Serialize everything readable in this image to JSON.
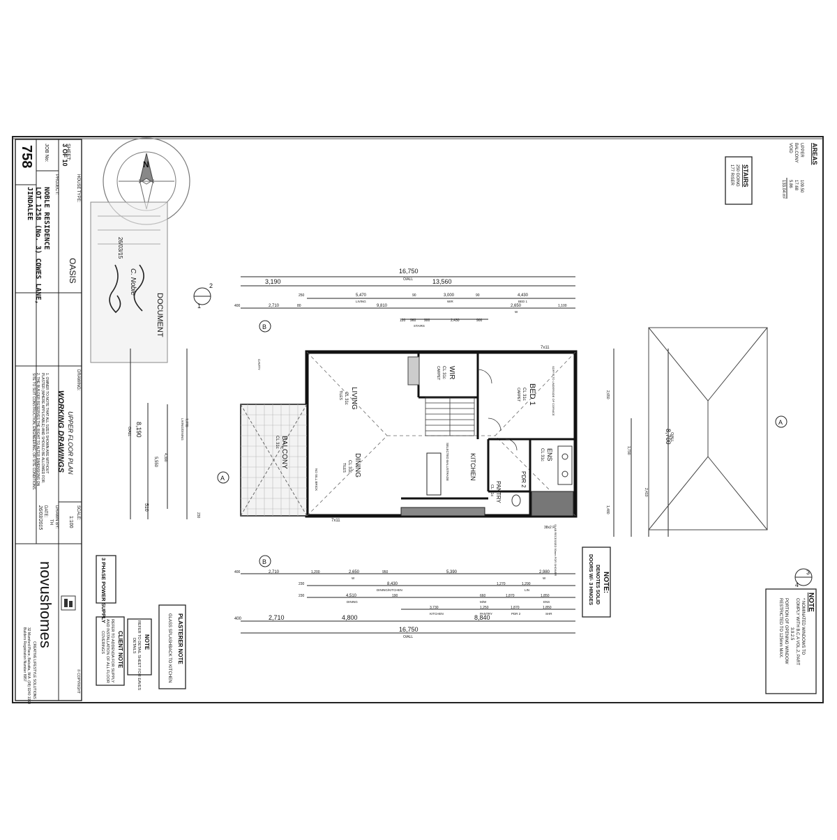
{
  "title_block": {
    "house_type_label": "HOUSE TYPE:",
    "house_type": "OASIS",
    "project_label": "PROJECT:",
    "project_line1": "NOBLE RESIDENCE",
    "project_line2": "LOT 1258 (No. 3) COWES LANE,",
    "project_line3": "JINDALEE",
    "sheet_label": "SHEET:",
    "sheet": "3 OF 10",
    "job_label": "JOB No:",
    "job": "758",
    "drawing_label": "DRAWING:",
    "drawing_line1": "UPPER FLOOR PLAN",
    "drawing_line2": "WORKING DRAWINGS",
    "scale_label": "SCALE:",
    "scale": "1:100",
    "drawn_label": "DRAWN BY:",
    "drawn": "TH",
    "date_label": "DATE:",
    "date": "26/03/2015",
    "owner_note_1": "1. OWNER TO NOTE THAT ALL SIZES SHOWN ARE WITHOUT",
    "owner_note_2": "PLASTER (WHERE APPLICABLE) AND SHOULD BE ALLOWED FOR.",
    "owner_note_3": "2. THE BUILDER RESERVES THE RIGHT TO ALTER DIMENSIONS ON",
    "owner_note_4": "SITE TO SUIT CONSTRUCTION, ENGINEERING, OR SITE CONDITIONS.",
    "power": "3 PHASE POWER SUPPLY",
    "plasterer_title": "PLASTERER NOTE",
    "plasterer_text": "GLASS SPLASHBACK TO KITCHEN",
    "note_title": "NOTE",
    "note_text_1": "REFER TO DETAIL SHEET FOR EAVES",
    "note_text_2": "DETAILS",
    "client_title": "CLIENT NOTE",
    "client_text_1": "REFER TO ADDENDA FOR SUPPLY",
    "client_text_2": "AND INSTALLATION OF ALL FLOOR",
    "client_text_3": "COVERINGS",
    "brand": "novushomes",
    "brand_tagline": "CREATIVE LIFESTYLE SOLUTIONS",
    "address_1": "32 Mumford Place, Balcatta, W.A. (08) 9240 1969",
    "address_2": "Builders Registration Number 8957",
    "copyright": "© COPYRIGHT"
  },
  "stamp": {
    "text": "DOCUMENT",
    "signature_1": "C. Noble",
    "date": "26/03/15"
  },
  "areas": {
    "title": "AREAS",
    "rows": [
      {
        "label": "UPPER",
        "value": "109.50"
      },
      {
        "label": "BALCONY",
        "value": "17.68"
      },
      {
        "label": "VOID",
        "value": "5.86"
      }
    ],
    "total": "133.04 m²"
  },
  "stairs": {
    "title": "STAIRS",
    "going": "250 GOING",
    "riser": "177 RISER"
  },
  "right_note": {
    "title": "NOTE",
    "line1": "* NOMINATED WINDOWS TO",
    "line2": "COMPLY WITH B.C.A VOL.2, PART",
    "line3": "3.9.2.5",
    "line4": "PORTION OF OPENING WINDOW",
    "line5": "RESTRICTED TO 125mm MAX."
  },
  "door_note": {
    "title": "NOTE:",
    "line1": "DENOTES SOLID",
    "line2": "DOORS W/- 3 HINGES"
  },
  "rooms": {
    "living": "LIVING",
    "living_cl": "CL 31c",
    "dining": "DINING",
    "dining_cl": "CL 31c",
    "kitchen": "KITCHEN",
    "wir": "WIR",
    "wir_cl": "CL 31c",
    "bed1": "BED 1",
    "bed1_cl": "CL 31c",
    "ens": "ENS",
    "ens_cl": "CL 31c",
    "pdr": "PDR 2",
    "pantry": "PANTRY",
    "pantry_cl": "CL 31c",
    "balcony": "BALCONY",
    "balcony_cl": "CL 31c",
    "carpet": "CARPET",
    "tiles": "TILES",
    "balustrade": "SELECTED BALUSTRADE"
  },
  "dims": {
    "top_overall": "16,750",
    "top_overall_sub": "O/ALL",
    "top_a": "3,190",
    "top_b": "13,560",
    "top_c1": "250",
    "top_c2": "5,470",
    "top_c2_sub": "LIVING",
    "top_c3": "90",
    "top_c4": "3,000",
    "top_c4_sub": "WIR",
    "top_c5": "90",
    "top_c6": "4,430",
    "top_c6_sub": "BED 1",
    "top_d1": "400",
    "top_d2": "2,710",
    "top_d3": "80",
    "top_d4": "9,810",
    "top_d5": "2,650",
    "top_d6": "1,100",
    "top_d5_sub": "W",
    "top_e1": "120",
    "top_e2": "960",
    "top_e3": "900",
    "top_e4": "2,430",
    "top_e5": "900",
    "top_e_sub": "STAIRS",
    "bot_a1": "400",
    "bot_a2": "2,710",
    "bot_a3": "1,200",
    "bot_a4": "2,650",
    "bot_a4_sub": "W",
    "bot_a5": "950",
    "bot_a6": "5,390",
    "bot_a7": "2,980",
    "bot_a7_sub": "W",
    "bot_b1": "230",
    "bot_b2": "8,430",
    "bot_b2_sub": "DINING/KITCHEN",
    "bot_b3": "1,270",
    "bot_b4": "1,290",
    "bot_b4_sub": "LIN",
    "bot_c1": "230",
    "bot_c2": "4,510",
    "bot_c2_sub": "DINING",
    "bot_c3": "190",
    "bot_c4": "660",
    "bot_c4_sub": "M/W",
    "bot_c5": "1,870",
    "bot_c6": "1,850",
    "bot_c6_sub": "ENS",
    "bot_d1": "3,730",
    "bot_d1_sub": "KITCHEN",
    "bot_d2": "1,250",
    "bot_d2_sub": "PANTRY",
    "bot_d3": "1,870",
    "bot_d3_sub": "PDR 2",
    "bot_d4": "1,850",
    "bot_d4_sub": "SHR",
    "bot_e1": "400",
    "bot_e2": "2,710",
    "bot_e3": "4,800",
    "bot_e4": "8,840",
    "bot_overall": "16,750",
    "bot_overall_sub": "O/ALL",
    "left_overall": "8,190",
    "left_overall_sub": "O/ALL",
    "left_a": "7,770",
    "left_a_sub": "LIVING/DINING",
    "left_b": "5,550",
    "left_c": "4,390",
    "left_d": "510",
    "left_e": "230",
    "right_overall": "8,700",
    "right_overall_sub": "O/ALL",
    "right_a": "2,650",
    "right_b": "1,790",
    "right_c": "2,410",
    "right_d": "1,480"
  },
  "markers": {
    "a": "A",
    "b": "B",
    "s1_top": "2",
    "s1_bot": "1",
    "s2_top": "3",
    "s2_bot": "4",
    "n": "N"
  },
  "labels": {
    "win_7x11": "7x11",
    "win_7x11b": "7x11",
    "win_38x2": "38x2 F",
    "no_sill": "NO SILL BRICK",
    "cavity": "CAVITY",
    "slab": "SLAB RECESSED 50mm FOR SHOWER",
    "soffit": "SOFFIT TO UNDERSIDE OF CORNICE"
  }
}
